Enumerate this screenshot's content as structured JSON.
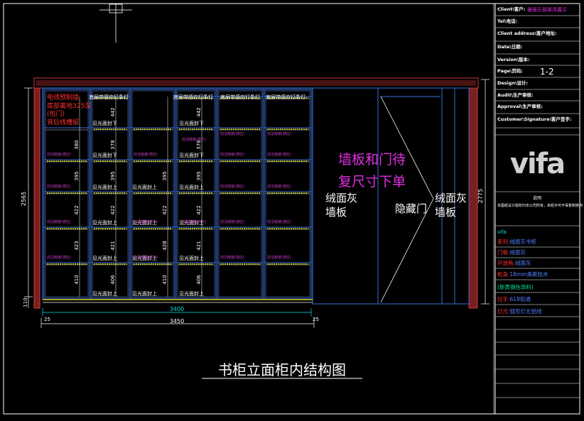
{
  "title": "书柜立面柜内结构图",
  "title_block": {
    "fields": [
      {
        "label": "Client\\客户:",
        "value": "雅居乐翡翠湾展示"
      },
      {
        "label": "Tel\\电话:",
        "value": ""
      },
      {
        "label": "Client address\\客户地址:",
        "value": ""
      },
      {
        "label": "Date\\日期:",
        "value": ""
      },
      {
        "label": "Version\\版本:",
        "value": ""
      },
      {
        "label": "Page\\页码:",
        "value": "1-2"
      },
      {
        "label": "Design\\设计:",
        "value": ""
      },
      {
        "label": "Audit\\生产审核:",
        "value": ""
      },
      {
        "label": "Approval\\生产审核:",
        "value": ""
      },
      {
        "label": "Customer\\Signature\\客户签字:",
        "value": ""
      }
    ],
    "logo": "vifa",
    "note_title": "说明",
    "note_text": "本图纸设计版权归本公司所有，未经许可不得复制使用",
    "spec_header": "vifa",
    "specs": [
      {
        "label": "系列:",
        "value": "绒面灰书柜"
      },
      {
        "label": "门板:",
        "value": "绒面灰"
      },
      {
        "label": "开放格:",
        "value": "绒面灰"
      },
      {
        "label": "柜身:",
        "value": "18mm奥斯陆木"
      },
      {
        "label": "",
        "value": "(新黄钢色饰料)"
      },
      {
        "label": "拉手:",
        "value": "618铝通"
      },
      {
        "label": "灯光:",
        "value": "弧形灯光铝线"
      }
    ]
  },
  "drawing": {
    "red_note": [
      "电线预制插",
      "底部离地325深",
      "(包门)",
      "背后线槽留"
    ],
    "light_label": "底层带感应灯条灯",
    "shelf_label": "见光面封上",
    "shelf_label_alt": "见光面封下",
    "small_label": "前沿暗装(感应)",
    "magenta_note_1": "墙板和门待",
    "magenta_note_2": "复尺寸下单",
    "wall_left": [
      "绒面灰",
      "墙板"
    ],
    "wall_right": [
      "绒面灰",
      "墙板"
    ],
    "hidden_door": "隐藏门",
    "dims": {
      "overall_height": "2565",
      "right_height": "2775",
      "base": "110",
      "width_inner": "3400",
      "width_outer": "3450",
      "side_left": "25",
      "side_right": "25",
      "col1": [
        "380",
        "395",
        "422",
        "423",
        "410"
      ],
      "col2": [
        "442",
        "378",
        "395",
        "422",
        "421",
        "406"
      ],
      "col3": [
        "395",
        "422",
        "428",
        "410"
      ],
      "col4": [
        "442",
        "378",
        "395",
        "422",
        "421",
        "406"
      ]
    }
  }
}
